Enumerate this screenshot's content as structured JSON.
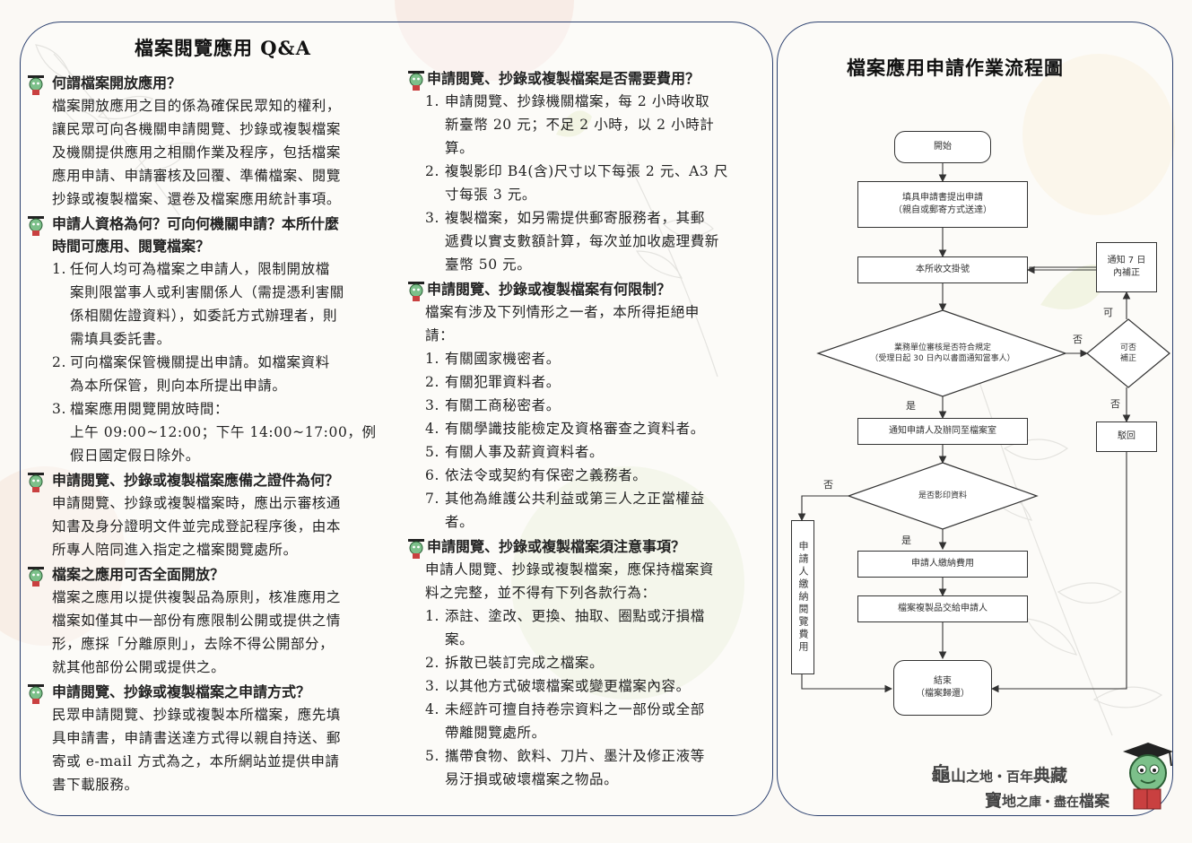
{
  "qa": {
    "title": "檔案閱覽應用 Q&A",
    "sections": [
      {
        "question": "何謂檔案開放應用？",
        "paragraphs": [
          "檔案開放應用之目的係為確保民眾知的權利，",
          "讓民眾可向各機關申請閱覽、抄錄或複製檔案",
          "及機關提供應用之相關作業及程序，包括檔案",
          "應用申請、申請審核及回覆、準備檔案、閱覽",
          "抄錄或複製檔案、還卷及檔案應用統計事項。"
        ]
      },
      {
        "question": "申請人資格為何？可向何機關申請？本所什麼",
        "question2": "時間可應用、閱覽檔案？",
        "items": [
          {
            "n": "1.",
            "lines": [
              "任何人均可為檔案之申請人，限制開放檔",
              "案則限當事人或利害關係人（需提憑利害關",
              "係相關佐證資料），如委託方式辦理者，則",
              "需填具委託書。"
            ]
          },
          {
            "n": "2.",
            "lines": [
              "可向檔案保管機關提出申請。如檔案資料",
              "為本所保管，則向本所提出申請。"
            ]
          },
          {
            "n": "3.",
            "lines": [
              "檔案應用閱覽開放時間：",
              "上午 09:00~12:00；下午 14:00~17:00，例",
              "假日國定假日除外。"
            ]
          }
        ]
      },
      {
        "question": "申請閱覽、抄錄或複製檔案應備之證件為何？",
        "paragraphs": [
          "申請閱覽、抄錄或複製檔案時，應出示審核通",
          "知書及身分證明文件並完成登記程序後，由本",
          "所專人陪同進入指定之檔案閱覽處所。"
        ]
      },
      {
        "question": "檔案之應用可否全面開放？",
        "paragraphs": [
          "檔案之應用以提供複製品為原則，核准應用之",
          "檔案如僅其中一部份有應限制公開或提供之情",
          "形，應採「分離原則」，去除不得公開部分，",
          "就其他部份公開或提供之。"
        ]
      },
      {
        "question": "申請閱覽、抄錄或複製檔案之申請方式？",
        "paragraphs": [
          "民眾申請閱覽、抄錄或複製本所檔案，應先填",
          "具申請書，申請書送達方式得以親自持送、郵",
          "寄或 e-mail 方式為之，本所網站並提供申請",
          "書下載服務。"
        ]
      }
    ],
    "sections_right": [
      {
        "question": "申請閱覽、抄錄或複製檔案是否需要費用？",
        "items": [
          {
            "n": "1.",
            "lines": [
              "申請閱覽、抄錄機關檔案，每 2 小時收取",
              "新臺幣 20 元；不足 2 小時，以 2 小時計",
              "算。"
            ]
          },
          {
            "n": "2.",
            "lines": [
              "複製影印 B4(含)尺寸以下每張 2 元、A3 尺",
              "寸每張 3 元。"
            ]
          },
          {
            "n": "3.",
            "lines": [
              "複製檔案，如另需提供郵寄服務者，其郵",
              "遞費以實支數額計算，每次並加收處理費新",
              "臺幣 50 元。"
            ]
          }
        ]
      },
      {
        "question": "申請閱覽、抄錄或複製檔案有何限制？",
        "paragraphs": [
          "檔案有涉及下列情形之一者，本所得拒絕申",
          "請："
        ],
        "items": [
          {
            "n": "1.",
            "lines": [
              "有關國家機密者。"
            ]
          },
          {
            "n": "2.",
            "lines": [
              "有關犯罪資料者。"
            ]
          },
          {
            "n": "3.",
            "lines": [
              "有關工商秘密者。"
            ]
          },
          {
            "n": "4.",
            "lines": [
              "有關學識技能檢定及資格審查之資料者。"
            ]
          },
          {
            "n": "5.",
            "lines": [
              "有關人事及薪資資料者。"
            ]
          },
          {
            "n": "6.",
            "lines": [
              "依法令或契約有保密之義務者。"
            ]
          },
          {
            "n": "7.",
            "lines": [
              "其他為維護公共利益或第三人之正當權益",
              "者。"
            ]
          }
        ]
      },
      {
        "question": "申請閱覽、抄錄或複製檔案須注意事項？",
        "paragraphs": [
          "申請人閱覽、抄錄或複製檔案，應保持檔案資",
          "料之完整，並不得有下列各款行為："
        ],
        "items": [
          {
            "n": "1.",
            "lines": [
              "添註、塗改、更換、抽取、圈點或汙損檔",
              "案。"
            ]
          },
          {
            "n": "2.",
            "lines": [
              "拆散已裝訂完成之檔案。"
            ]
          },
          {
            "n": "3.",
            "lines": [
              "以其他方式破壞檔案或變更檔案內容。"
            ]
          },
          {
            "n": "4.",
            "lines": [
              "未經許可擅自持卷宗資料之一部份或全部",
              "帶離閱覽處所。"
            ]
          },
          {
            "n": "5.",
            "lines": [
              "攜帶食物、飲料、刀片、墨汁及修正液等",
              "易汙損或破壞檔案之物品。"
            ]
          }
        ]
      }
    ]
  },
  "flow": {
    "title": "檔案應用申請作業流程圖",
    "start": "開始",
    "fill": "填具申請書提出申請\n（親自或郵寄方式送達）",
    "receive": "本所收文掛號",
    "review": "業務單位審核是否符合規定\n（受理日起 30 日內以書面通知當事人）",
    "correction_notice": "通知 7 日\n內補正",
    "can_correct": "可否\n補正",
    "notify": "通知申請人及辦同至檔案室",
    "reject": "駁回",
    "copy_q": "是否影印資料",
    "pay_copy": "申請人繳納費用",
    "deliver": "檔案複製品交給申請人",
    "pay_view": "申請人繳納閱覽費用",
    "end": "結束\n（檔案歸還）",
    "yes": "是",
    "no": "否",
    "can": "可"
  },
  "slogan": {
    "line1a": "龜",
    "line1b": "山",
    "line1c": "之地・百年",
    "line1d": "典藏",
    "line2a": "寶",
    "line2b": "地",
    "line2c": "之庫・盡在",
    "line2d": "檔案"
  }
}
